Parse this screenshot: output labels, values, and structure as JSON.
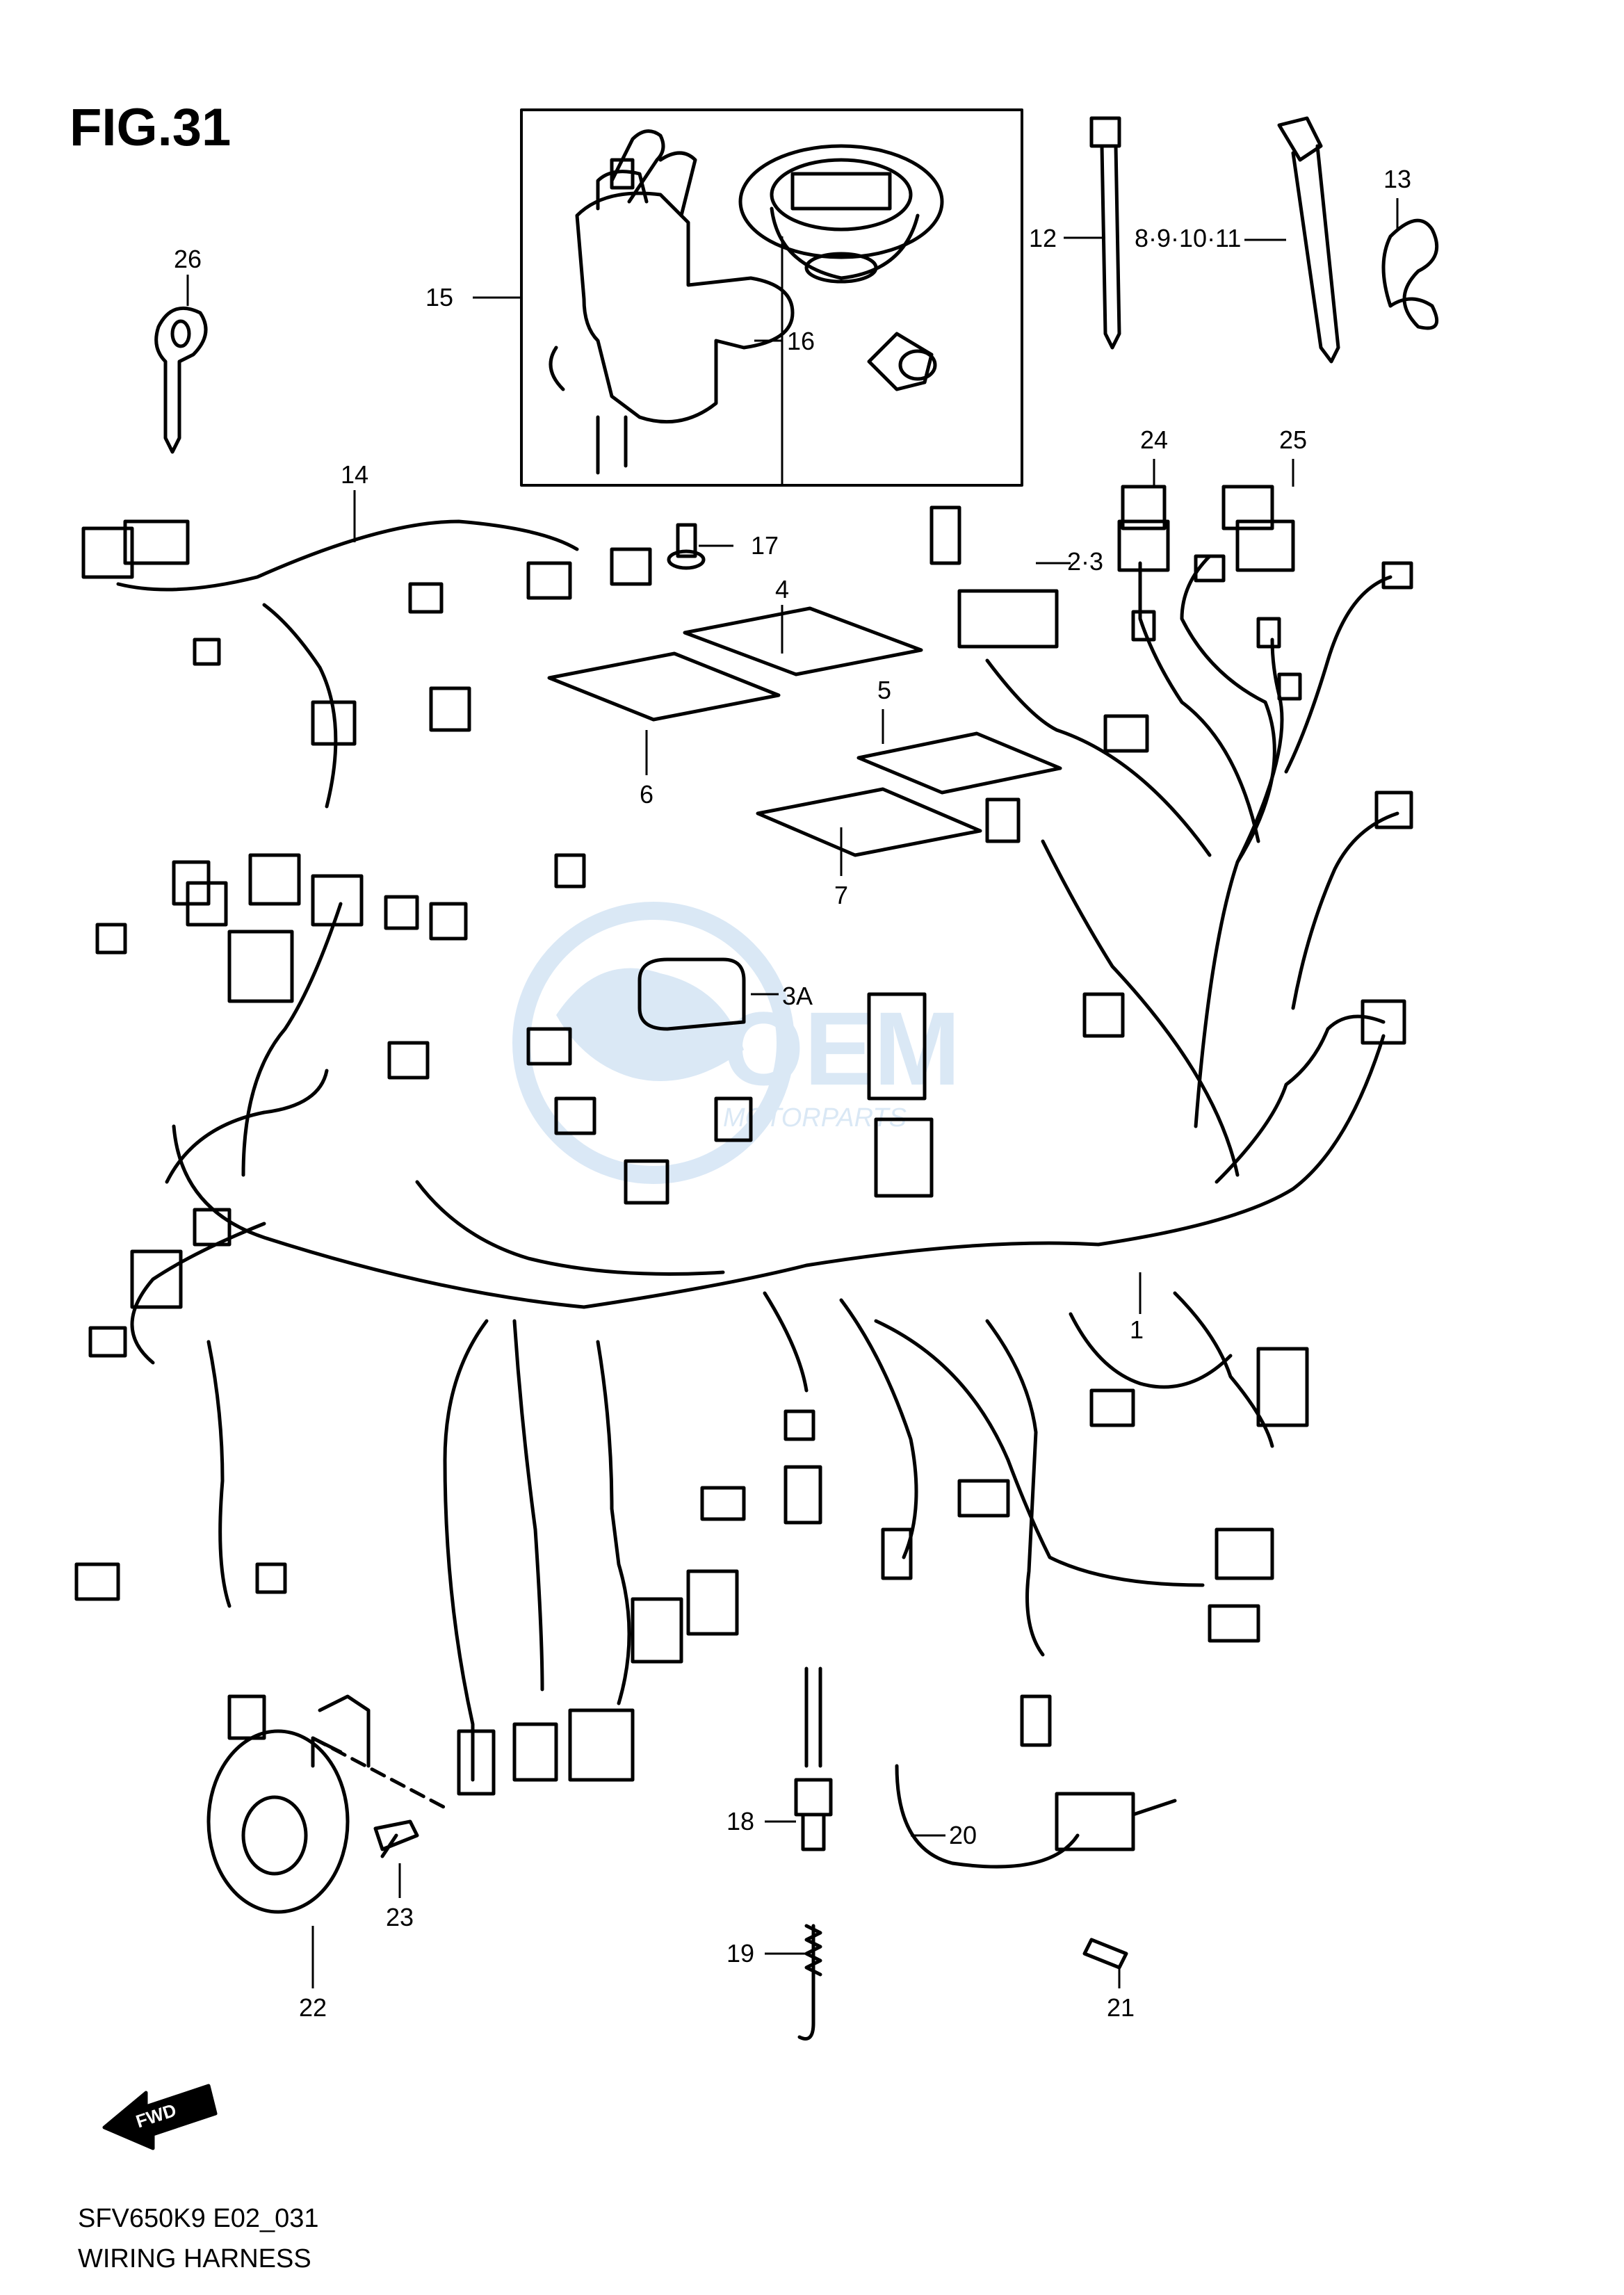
{
  "figure": {
    "title": "FIG.31"
  },
  "callouts": {
    "c1": "1",
    "c23": "2·3",
    "c3A": "3A",
    "c4": "4",
    "c5": "5",
    "c6": "6",
    "c7": "7",
    "c811": "8·9·10·11",
    "c12": "12",
    "c13": "13",
    "c14": "14",
    "c15": "15",
    "c16": "16",
    "c17": "17",
    "c18": "18",
    "c19": "19",
    "c20": "20",
    "c21": "21",
    "c22": "22",
    "c23b": "23",
    "c24": "24",
    "c25": "25",
    "c26": "26"
  },
  "fwd_label": "FWD",
  "footer": {
    "model": "SFV650K9 E02_031",
    "name": "WIRING HARNESS"
  },
  "watermark": {
    "text": "OEM",
    "sub": "MOTORPARTS",
    "color": "#bcd6ee"
  }
}
